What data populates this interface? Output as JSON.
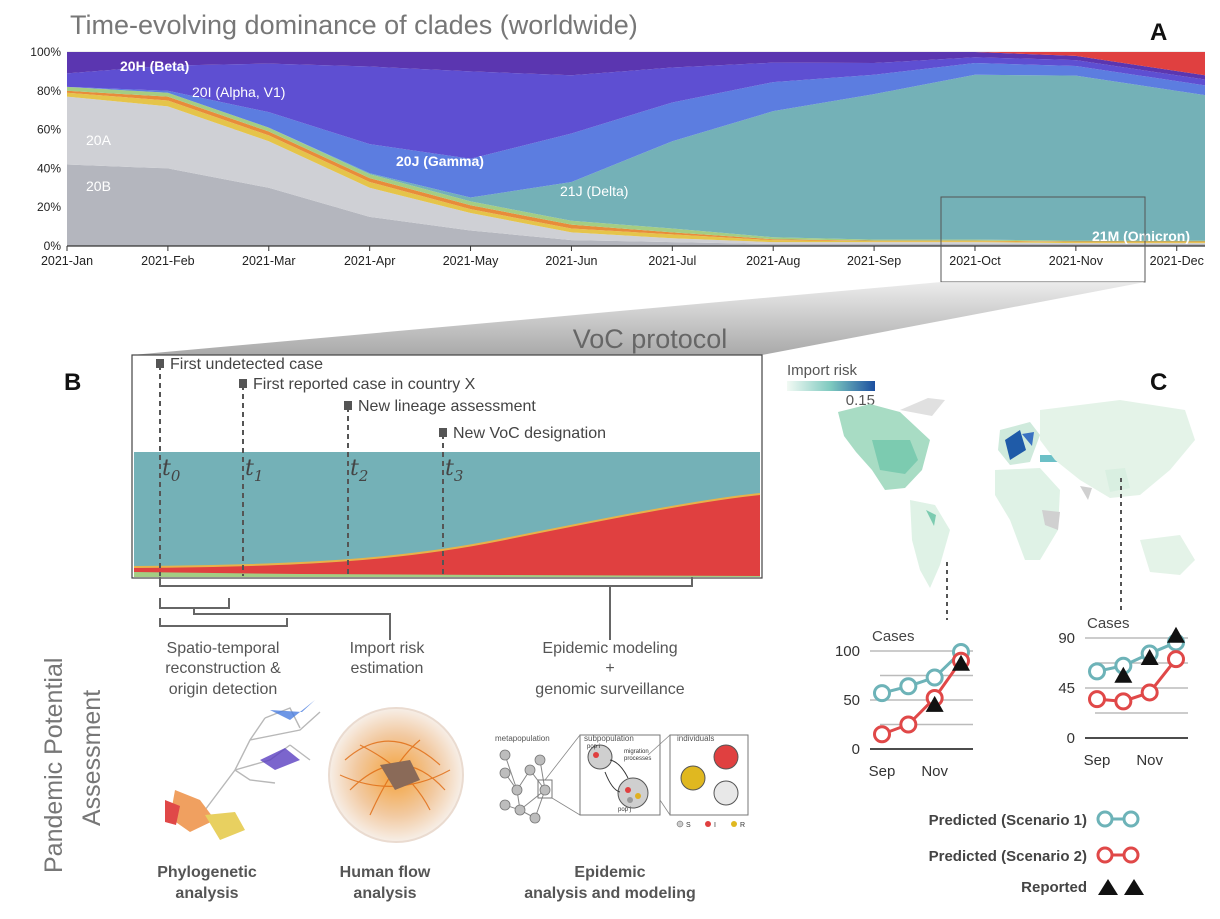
{
  "panel_a": {
    "letter": "A",
    "title": "Time-evolving dominance of clades (worldwide)",
    "chart_data": {
      "type": "area",
      "stacked": true,
      "normalized": true,
      "title": "Time-evolving dominance of clades (worldwide)",
      "categories": [
        "2021-Jan",
        "2021-Feb",
        "2021-Mar",
        "2021-Apr",
        "2021-May",
        "2021-Jun",
        "2021-Jul",
        "2021-Aug",
        "2021-Sep",
        "2021-Oct",
        "2021-Nov",
        "2021-Dec"
      ],
      "y_ticks": [
        "0%",
        "20%",
        "40%",
        "60%",
        "80%",
        "100%"
      ],
      "ylim": [
        0,
        100
      ],
      "grid": true,
      "series": [
        {
          "name": "20B",
          "color": "#b4b6be",
          "values": [
            42,
            40,
            30,
            15,
            8,
            3,
            2,
            1,
            1,
            1,
            1,
            1
          ]
        },
        {
          "name": "20A",
          "color": "#cfd0d5",
          "values": [
            35,
            32,
            24,
            15,
            9,
            4,
            2,
            1,
            1,
            1,
            0.5,
            0.5
          ]
        },
        {
          "name": "",
          "color": "#e5c44a",
          "values": [
            2,
            3,
            3,
            3,
            2,
            2,
            2,
            1,
            0.5,
            0.5,
            0.5,
            0.5
          ]
        },
        {
          "name": "",
          "color": "#e88c3a",
          "values": [
            1,
            2,
            2,
            2,
            2,
            2,
            1,
            0.5,
            0.3,
            0.3,
            0.3,
            0.3
          ]
        },
        {
          "name": "",
          "color": "#a4cd83",
          "values": [
            2,
            2,
            2,
            2,
            2,
            2,
            2,
            1,
            0.5,
            0.5,
            0.5,
            0.5
          ]
        },
        {
          "name": "21J (Delta)",
          "color": "#74b1b7",
          "values": [
            0,
            0,
            0,
            0.5,
            2,
            20,
            45,
            65,
            75,
            85,
            85,
            75
          ]
        },
        {
          "name": "20J (Gamma)",
          "color": "#5c7de0",
          "values": [
            0,
            1,
            8,
            15,
            20,
            25,
            20,
            15,
            10,
            6,
            5,
            5
          ]
        },
        {
          "name": "20I (Alpha, V1)",
          "color": "#5e4fd2",
          "values": [
            7,
            13,
            25,
            40,
            45,
            30,
            18,
            10,
            6,
            3,
            3,
            3
          ]
        },
        {
          "name": "20H (Beta)",
          "color": "#5b36b0",
          "values": [
            11,
            7,
            6,
            7.5,
            10,
            12,
            8,
            5.5,
            5.7,
            2.7,
            2.2,
            2.2
          ]
        },
        {
          "name": "21M (Omicron)",
          "color": "#e04040",
          "values": [
            0,
            0,
            0,
            0,
            0,
            0,
            0,
            0,
            0,
            0,
            2,
            12
          ]
        }
      ],
      "labels": [
        "20H (Beta)",
        "20I (Alpha, V1)",
        "20A",
        "20B",
        "20J (Gamma)",
        "21J (Delta)",
        "21M (Omicron)"
      ]
    }
  },
  "panel_b": {
    "letter": "B",
    "protocol_title": "VoC protocol",
    "events": [
      {
        "label": "First undetected case",
        "t": "t",
        "sub": "0"
      },
      {
        "label": "First reported case in country X",
        "t": "t",
        "sub": "1"
      },
      {
        "label": "New lineage assessment",
        "t": "t",
        "sub": "2"
      },
      {
        "label": "New VoC designation",
        "t": "t",
        "sub": "3"
      }
    ],
    "side_title_1": "Pandemic Potential",
    "side_title_2": "Assessment",
    "methods": [
      {
        "line1": "Spatio-temporal",
        "line2": "reconstruction &",
        "line3": "origin detection"
      },
      {
        "line1": "Import risk",
        "line2": "estimation"
      },
      {
        "line1": "Epidemic modeling",
        "line2": "+",
        "line3": "genomic surveillance"
      }
    ],
    "analyses": [
      {
        "line1": "Phylogenetic",
        "line2": "analysis"
      },
      {
        "line1": "Human flow",
        "line2": "analysis"
      },
      {
        "line1": "Epidemic",
        "line2": "analysis and modeling"
      }
    ],
    "model_labels": {
      "metapopulation": "metapopulation",
      "subpopulation": "subpopulation",
      "individuals": "individuals",
      "migration": "migration",
      "processes": "processes",
      "pop_i": "pop i",
      "pop_j": "pop j",
      "s": "S",
      "i": "I",
      "r": "R"
    }
  },
  "panel_c": {
    "letter": "C",
    "legend_title": "Import risk",
    "legend_value": "0.15",
    "chart_data": [
      {
        "type": "line",
        "title": "Cases",
        "x_tick_labels": [
          "Sep",
          "Nov"
        ],
        "y_ticks": [
          0,
          50,
          100
        ],
        "ylim": [
          0,
          100
        ],
        "series": [
          {
            "name": "Predicted (Scenario 1)",
            "color": "#6db3b8",
            "values": [
              57,
              64,
              73,
              99
            ]
          },
          {
            "name": "Predicted (Scenario 2)",
            "color": "#e04848",
            "values": [
              15,
              25,
              52,
              90
            ]
          },
          {
            "name": "Reported",
            "color": "#111111",
            "values": [
              null,
              null,
              45,
              87
            ]
          }
        ]
      },
      {
        "type": "line",
        "title": "Cases",
        "x_tick_labels": [
          "Sep",
          "Nov"
        ],
        "y_ticks": [
          0,
          45,
          90
        ],
        "ylim": [
          0,
          90
        ],
        "series": [
          {
            "name": "Predicted (Scenario 1)",
            "color": "#6db3b8",
            "values": [
              60,
              65,
              76,
              86
            ]
          },
          {
            "name": "Predicted (Scenario 2)",
            "color": "#e04848",
            "values": [
              35,
              33,
              41,
              71
            ]
          },
          {
            "name": "Reported",
            "color": "#111111",
            "values": [
              null,
              56,
              72,
              92
            ]
          }
        ]
      }
    ],
    "legend": [
      {
        "label": "Predicted (Scenario 1)",
        "color": "#6db3b8",
        "kind": "circles"
      },
      {
        "label": "Predicted (Scenario 2)",
        "color": "#e04848",
        "kind": "circles"
      },
      {
        "label": "Reported",
        "color": "#111111",
        "kind": "triangles"
      }
    ]
  }
}
